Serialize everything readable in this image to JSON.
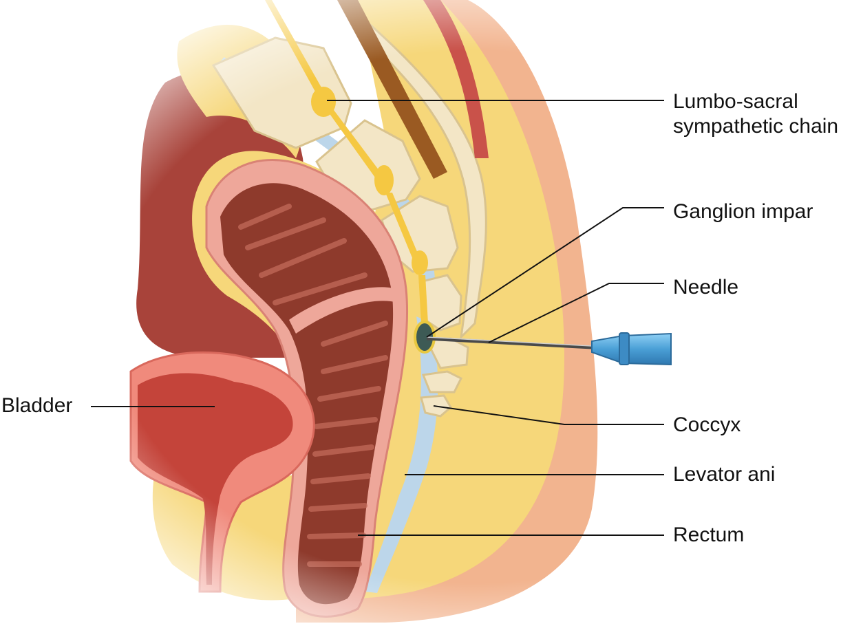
{
  "labels": {
    "lumbo_sacral_line1": "Lumbo-sacral",
    "lumbo_sacral_line2": "sympathetic chain",
    "ganglion_impar": "Ganglion impar",
    "needle": "Needle",
    "bladder": "Bladder",
    "coccyx": "Coccyx",
    "levator_ani": "Levator ani",
    "rectum": "Rectum"
  },
  "colors": {
    "background": "#ffffff",
    "fat": "#f6d77a",
    "skin": "#f2b48f",
    "rectum_wall": "#eea79a",
    "rectum_lumen": "#8e3a2c",
    "bladder_wall": "#f08a7c",
    "bladder_lumen": "#c4443a",
    "bone": "#f3e6c6",
    "nerve": "#f5c842",
    "levator": "#bcd6ea",
    "abdominal_cavity": "#a8433a",
    "needle_hub": "#5aa7d8",
    "leader_line": "#111111"
  }
}
